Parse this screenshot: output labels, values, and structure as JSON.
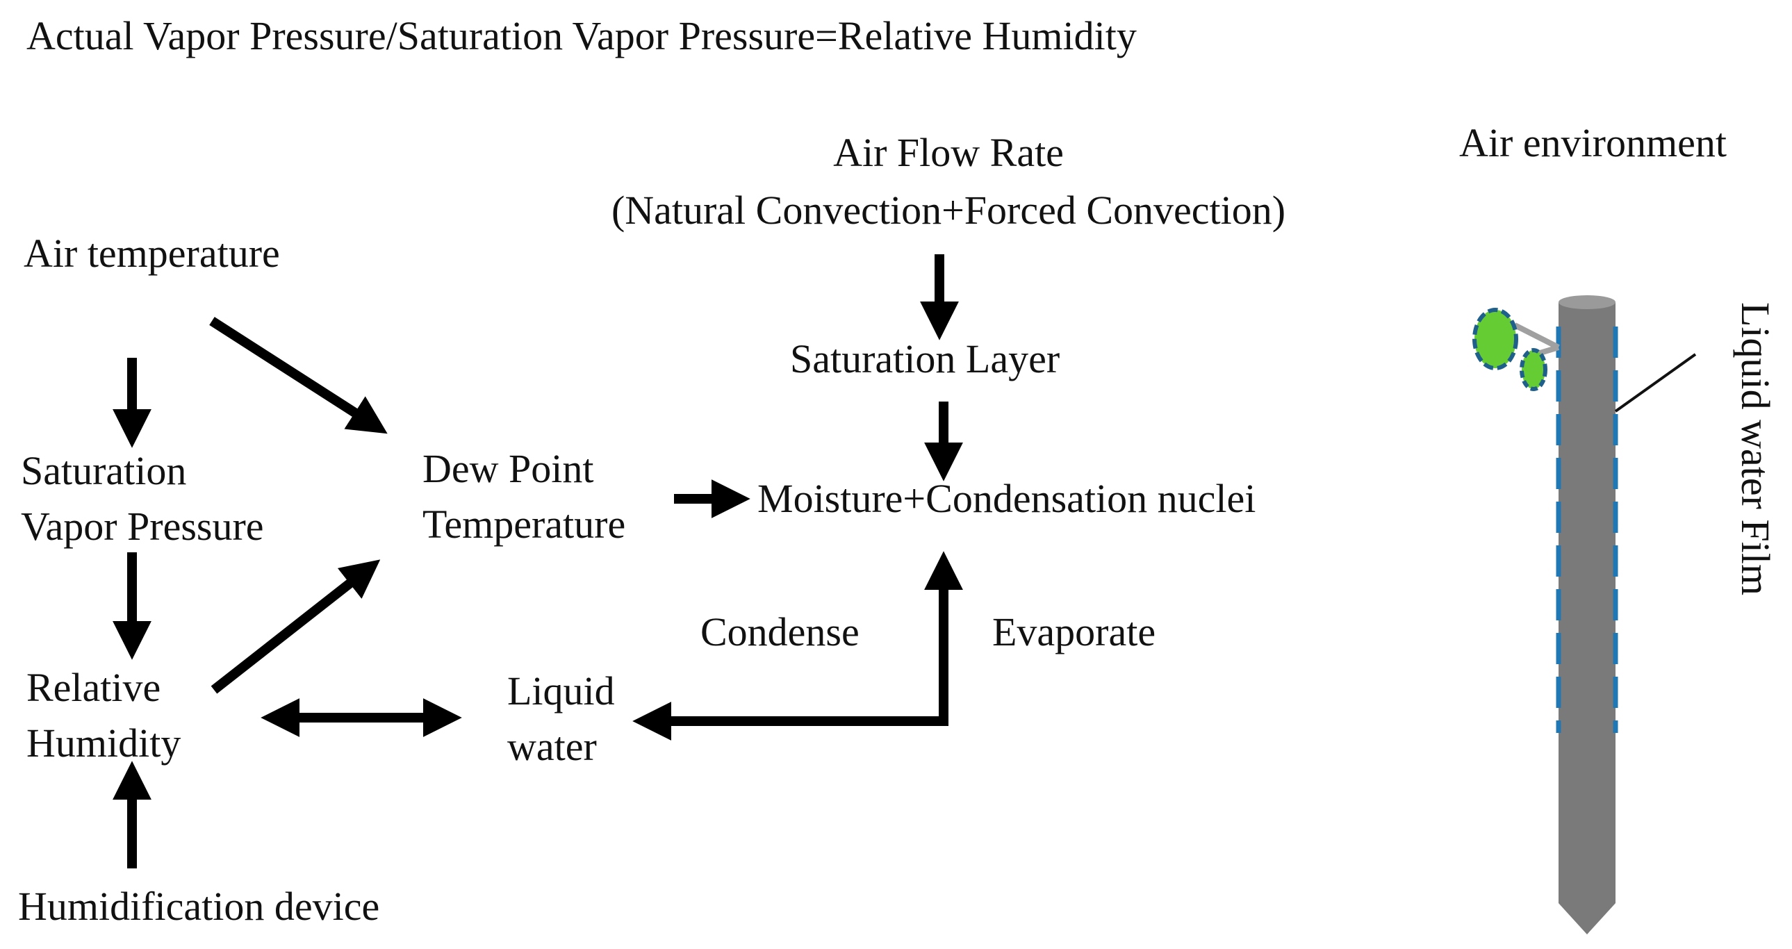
{
  "formula": "Actual  Vapor Pressure/Saturation Vapor Pressure=Relative Humidity",
  "nodes": {
    "air_temperature": "Air temperature",
    "saturation_vapor_pressure": [
      "Saturation",
      "Vapor Pressure"
    ],
    "relative_humidity": [
      "Relative",
      "Humidity"
    ],
    "humidification_device": "Humidification device",
    "dew_point_temperature": [
      "Dew Point",
      "Temperature"
    ],
    "air_flow_rate": [
      "Air Flow Rate",
      "(Natural Convection+Forced Convection)"
    ],
    "saturation_layer": "Saturation Layer",
    "moisture_nuclei": "Moisture+Condensation nuclei",
    "liquid_water": [
      "Liquid",
      "water"
    ],
    "condense": "Condense",
    "evaporate": "Evaporate"
  },
  "illustration": {
    "air_environment": "Air environment",
    "liquid_water_film": "Liquid water Film"
  },
  "colors": {
    "text": "#111111",
    "arrow": "#000000",
    "pole": "#7a7a7a",
    "pole_top": "#9a9a9a",
    "film_dash": "#1f78b4",
    "leaf": "#66cc33",
    "leaf_border": "#1f5f8b",
    "stem": "#a0a0a0"
  }
}
